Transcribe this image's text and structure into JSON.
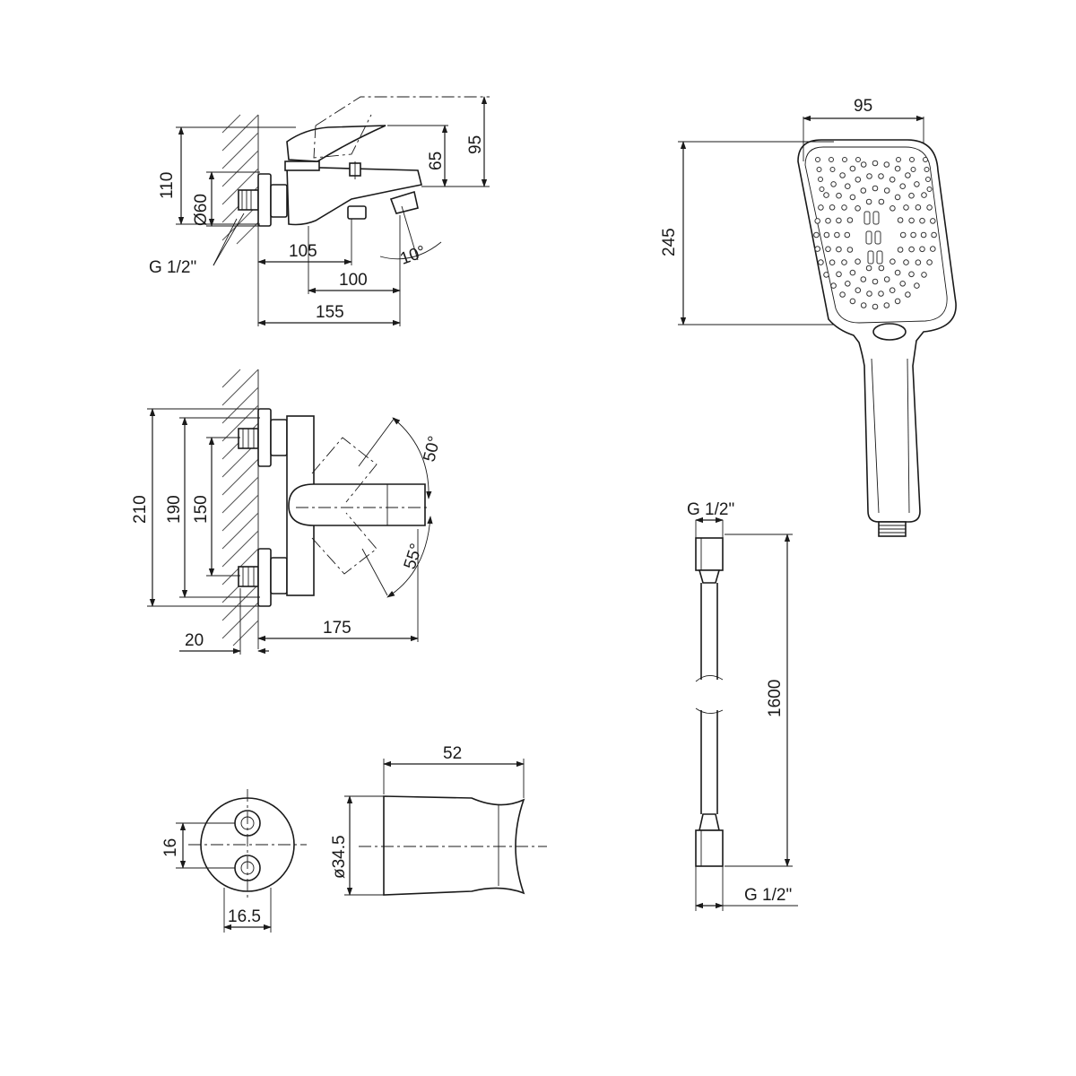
{
  "drawing": {
    "colors": {
      "line": "#1a1a1a",
      "hatch": "#555555",
      "background": "#ffffff"
    },
    "mixer_side_view": {
      "height_total": "110",
      "inlet_diameter": "Ø60",
      "spout_height": "65",
      "lever_height": "95",
      "depth_inlet": "105",
      "depth_spout": "100",
      "depth_total": "155",
      "spout_angle": "10°",
      "thread": "G 1/2\""
    },
    "mixer_front_view": {
      "height_outer": "210",
      "height_mid": "190",
      "eccentric_span": "150",
      "wall_offset": "20",
      "projection": "175",
      "lever_up_angle": "50°",
      "lever_down_angle": "55°"
    },
    "holder": {
      "hole_spacing": "16",
      "base_width": "16.5",
      "width": "52",
      "bore_diameter": "ø34.5"
    },
    "shower_head": {
      "width": "95",
      "length": "245"
    },
    "hose": {
      "thread_top": "G 1/2\"",
      "length": "1600",
      "thread_bottom": "G 1/2\""
    }
  }
}
